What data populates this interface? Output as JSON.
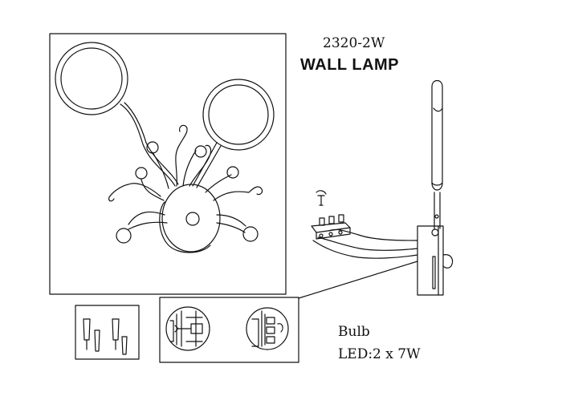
{
  "product": {
    "model": "2320-2W",
    "name": "WALL LAMP"
  },
  "bulb": {
    "title": "Bulb",
    "spec": "LED:2 x 7W"
  },
  "diagram": {
    "line_color": "#111111",
    "background": "#ffffff"
  }
}
